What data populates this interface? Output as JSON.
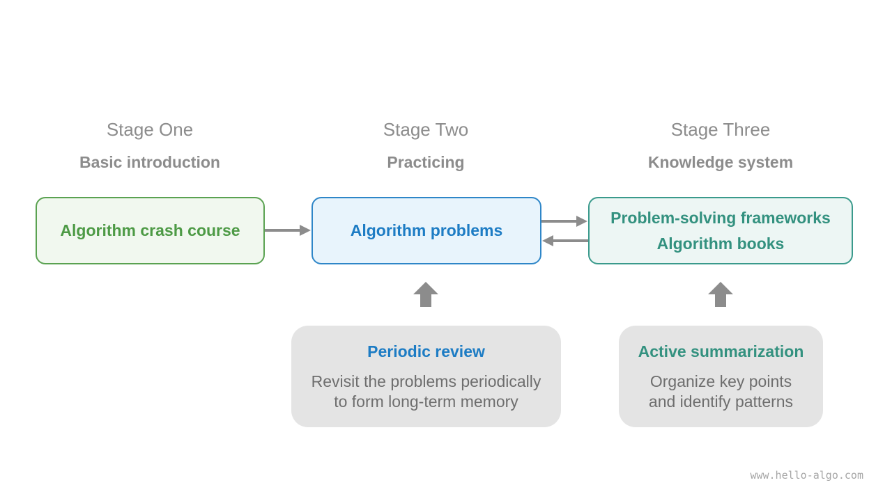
{
  "stages": [
    {
      "title": "Stage One",
      "subtitle": "Basic introduction",
      "box_lines": [
        "Algorithm crash course"
      ]
    },
    {
      "title": "Stage Two",
      "subtitle": "Practicing",
      "box_lines": [
        "Algorithm problems"
      ]
    },
    {
      "title": "Stage Three",
      "subtitle": "Knowledge system",
      "box_lines": [
        "Problem-solving frameworks",
        "Algorithm books"
      ]
    }
  ],
  "cards": [
    {
      "title": "Periodic review",
      "lines": [
        "Revisit the problems periodically",
        "to form long-term memory"
      ]
    },
    {
      "title": "Active summarization",
      "lines": [
        "Organize key points",
        "and identify patterns"
      ]
    }
  ],
  "colors": {
    "stage_one": "#4d9a45",
    "stage_two": "#1d7cc4",
    "stage_three": "#33917f",
    "arrow": "#8c8c8c",
    "card_bg": "#e4e4e4"
  },
  "watermark": "www.hello-algo.com"
}
